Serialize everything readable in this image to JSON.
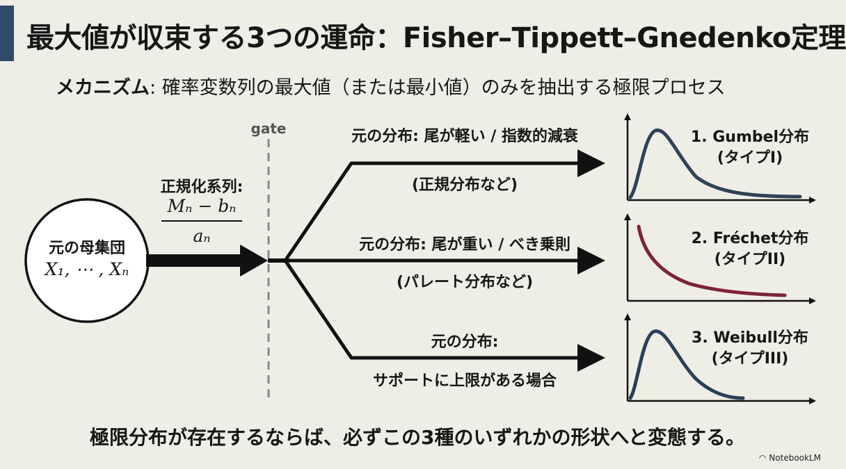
{
  "title": "最大値が収束する3つの運命：Fisher–Tippett–Gnedenko定理",
  "mechanism": {
    "label": "メカニズム",
    "separator": ": ",
    "text": "確率変数列の最大値（または最小値）のみを抽出する極限プロセス"
  },
  "population": {
    "label": "元の母集団",
    "variables": "X₁, ⋯ , Xₙ"
  },
  "normalization": {
    "label": "正規化系列:",
    "numerator": "Mₙ − bₙ",
    "denominator": "aₙ"
  },
  "gate_label": "gate",
  "branches": [
    {
      "condition": "元の分布: 尾が軽い / 指数的減衰",
      "example": "(正規分布など)",
      "result_name": "1. Gumbel分布",
      "result_type": "(タイプI)",
      "curve_color": "#2f4257",
      "curve_icon": "skewed-peak-curve"
    },
    {
      "condition": "元の分布: 尾が重い / べき乗則",
      "example": "(パレート分布など)",
      "result_name": "2. Fréchet分布",
      "result_type": "(タイプII)",
      "curve_color": "#7c2436",
      "curve_icon": "power-decay-curve"
    },
    {
      "condition": "元の分布:",
      "example": "サポートに上限がある場合",
      "result_name": "3. Weibull分布",
      "result_type": "(タイプIII)",
      "curve_color": "#2a3f58",
      "curve_icon": "bounded-peak-curve"
    }
  ],
  "conclusion": "極限分布が存在するならば、必ずこの3種のいずれかの形状へと変態する。",
  "brand": "NotebookLM"
}
